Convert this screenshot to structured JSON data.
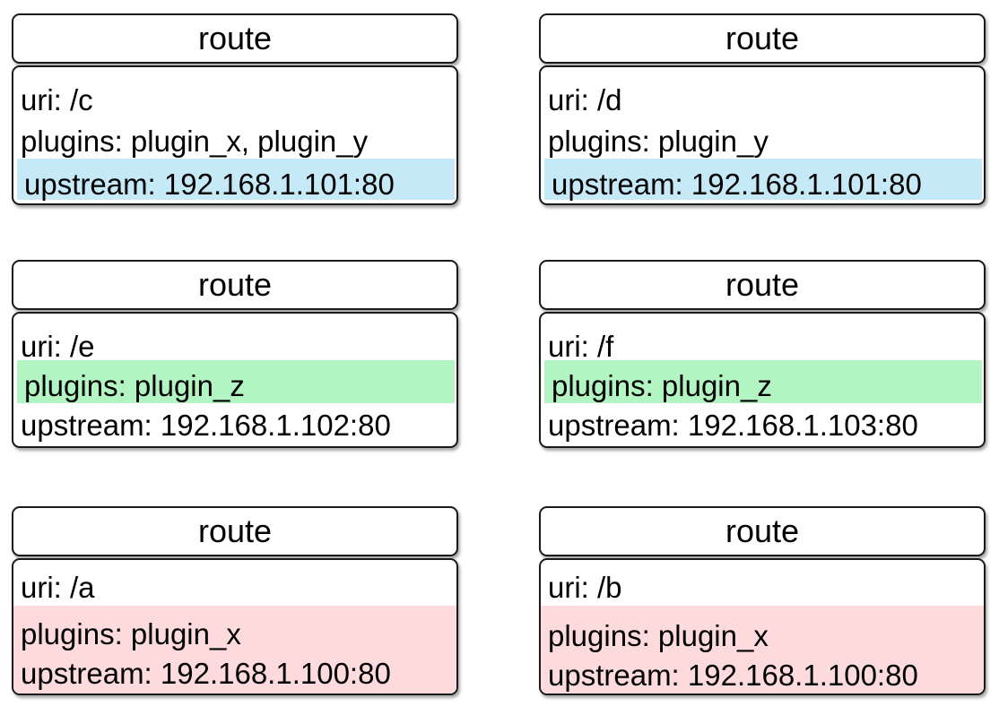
{
  "colors": {
    "upstream_highlight": "#c6e9f8",
    "plugins_highlight": "#b3f5c2",
    "shared_highlight": "#fddadc",
    "border": "#1a1a1a"
  },
  "routes": [
    {
      "title": "route",
      "uri": "uri: /c",
      "plugins": "plugins: plugin_x, plugin_y",
      "upstream": "upstream: 192.168.1.101:80",
      "highlight": "upstream"
    },
    {
      "title": "route",
      "uri": "uri: /d",
      "plugins": "plugins: plugin_y",
      "upstream": "upstream: 192.168.1.101:80",
      "highlight": "upstream"
    },
    {
      "title": "route",
      "uri": "uri: /e",
      "plugins": "plugins: plugin_z",
      "upstream": "upstream: 192.168.1.102:80",
      "highlight": "plugins"
    },
    {
      "title": "route",
      "uri": "uri: /f",
      "plugins": "plugins: plugin_z",
      "upstream": "upstream: 192.168.1.103:80",
      "highlight": "plugins"
    },
    {
      "title": "route",
      "uri": "uri: /a",
      "plugins": "plugins: plugin_x",
      "upstream": "upstream: 192.168.1.100:80",
      "highlight": "plugins+upstream"
    },
    {
      "title": "route",
      "uri": "uri: /b",
      "plugins": "plugins: plugin_x",
      "upstream": "upstream: 192.168.1.100:80",
      "highlight": "plugins+upstream"
    }
  ]
}
